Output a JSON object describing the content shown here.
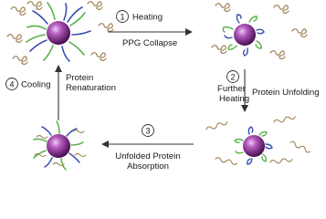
{
  "steps": [
    {
      "number": "1",
      "lines": [
        "Heating"
      ]
    },
    {
      "number": "2",
      "lines": [
        "Further",
        "Heating"
      ]
    },
    {
      "number": "3",
      "lines": []
    },
    {
      "number": "4",
      "lines": [
        "Cooling"
      ]
    }
  ],
  "notes": {
    "top": "PPG Collapse",
    "right": "Protein Unfolding",
    "bottom": [
      "Unfolded Protein",
      "Absorption"
    ],
    "left": [
      "Protein",
      "Renaturation"
    ]
  },
  "colors": {
    "core": "#6b1a6e",
    "core_highlight": "#e6b8ef",
    "brush_green": "#58b04a",
    "brush_blue": "#3b4fb0",
    "protein": "#a58a60",
    "arrow": "#333333"
  }
}
